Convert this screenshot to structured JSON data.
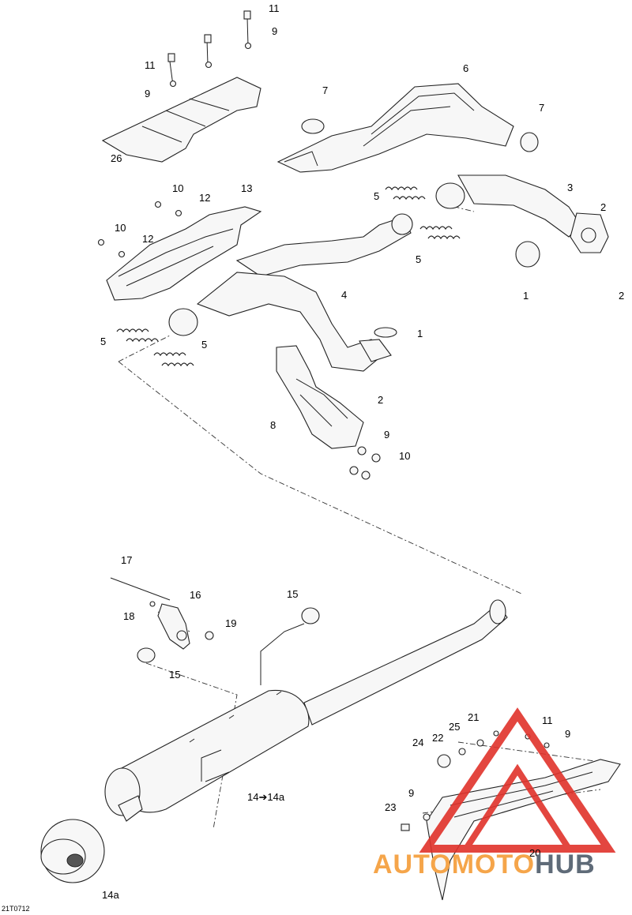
{
  "diagram": {
    "code": "21T0712",
    "labels": {
      "l11a": "11",
      "l9a": "9",
      "l11b": "11",
      "l9b": "9",
      "l26": "26",
      "l7a": "7",
      "l6": "6",
      "l7b": "7",
      "l10a": "10",
      "l12a": "12",
      "l13": "13",
      "l10b": "10",
      "l12b": "12",
      "l5a": "5",
      "l3": "3",
      "l2a": "2",
      "l5b": "5",
      "l2b": "2",
      "l1a": "1",
      "l4": "4",
      "l1b": "1",
      "l5c": "5",
      "l5d": "5",
      "l2c": "2",
      "l8": "8",
      "l9c": "9",
      "l10c": "10",
      "l17": "17",
      "l16": "16",
      "l15a": "15",
      "l18": "18",
      "l19": "19",
      "l15b": "15",
      "l21": "21",
      "l11c": "11",
      "l25": "25",
      "l9d": "9",
      "l22": "22",
      "l24": "24",
      "l14": "14➔14a",
      "l9e": "9",
      "l23": "23",
      "l20": "20",
      "l14a": "14a"
    }
  },
  "watermark": {
    "text_auto": "AUTOMOTO",
    "text_hub": "HUB",
    "colors": {
      "orange": "#f5a54a",
      "gray": "#5f6b78",
      "red": "#e0322b"
    }
  }
}
